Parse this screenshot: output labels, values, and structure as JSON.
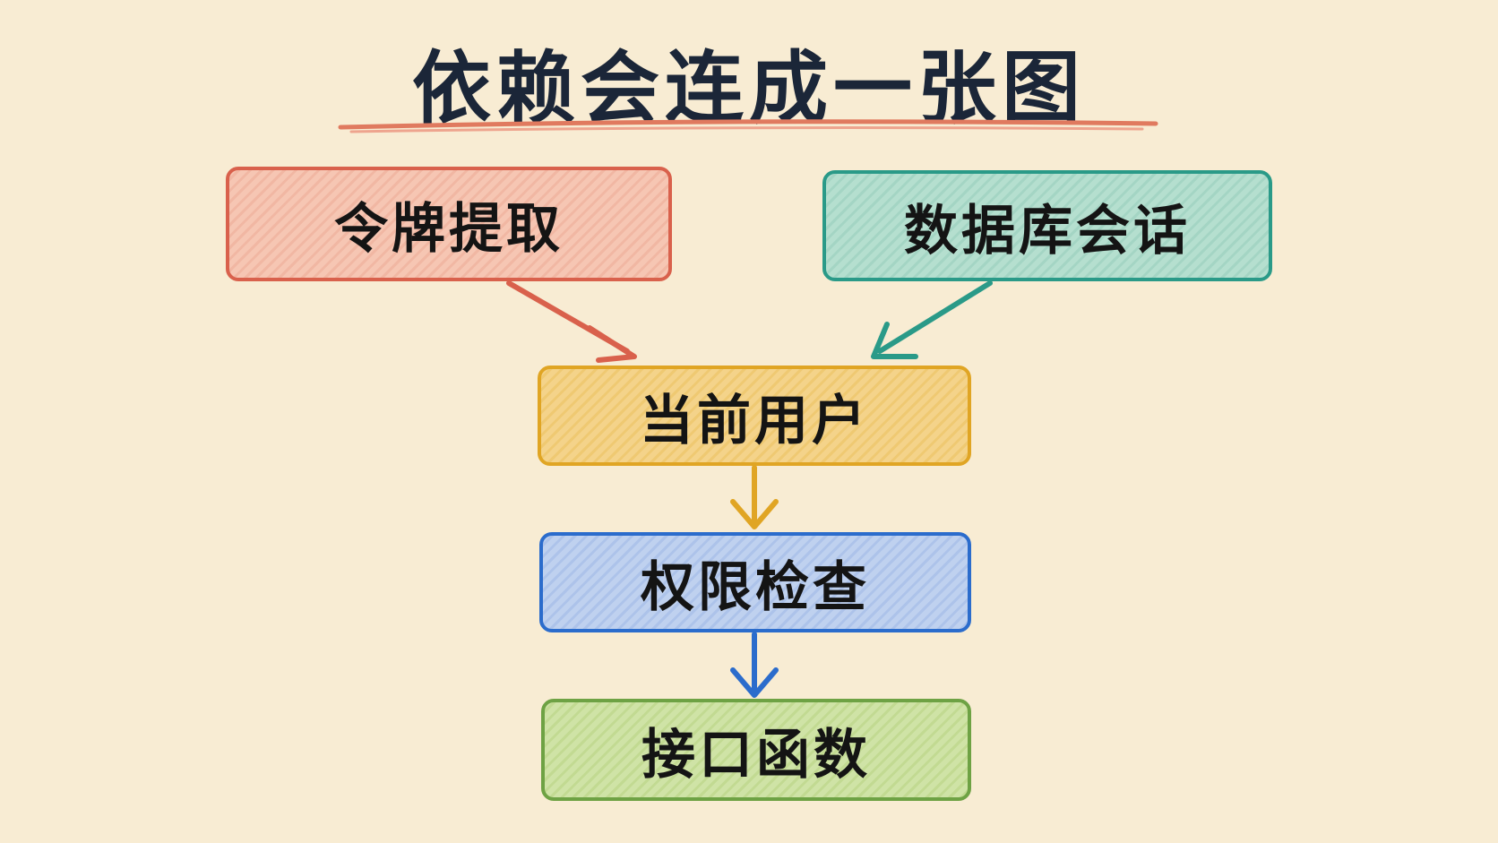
{
  "title": "依赖会连成一张图",
  "colors": {
    "background": "#f8ecd3",
    "title_underline": "#e07a5f",
    "token": "#d9614c",
    "db": "#2a9a88",
    "user": "#e0a524",
    "perm": "#2b6ccc",
    "api": "#6ea244"
  },
  "nodes": {
    "token": "令牌提取",
    "db": "数据库会话",
    "current_user": "当前用户",
    "permission": "权限检查",
    "api": "接口函数"
  },
  "edges": [
    {
      "from": "令牌提取",
      "to": "当前用户"
    },
    {
      "from": "数据库会话",
      "to": "当前用户"
    },
    {
      "from": "当前用户",
      "to": "权限检查"
    },
    {
      "from": "权限检查",
      "to": "接口函数"
    }
  ]
}
